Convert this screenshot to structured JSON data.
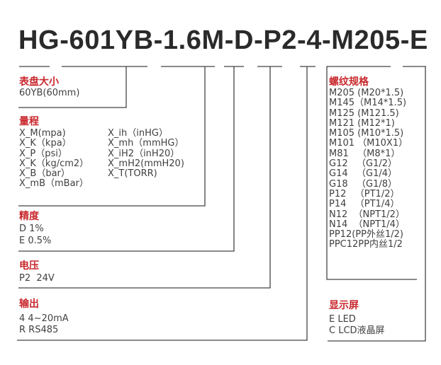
{
  "model_code": "HG-601YB-1.6M-D-P2-4-M205-E",
  "colors": {
    "title_red": "#c8282d",
    "text": "#404040",
    "line": "#444444"
  },
  "sections": {
    "dial_size": {
      "title": "表盘大小",
      "items": [
        "60YB(60mm)"
      ]
    },
    "range": {
      "title": "量程",
      "col1": [
        "X_M(mpa)",
        "X_K（kpa）",
        "X_P（psi）",
        "X_K（kg/cm2）",
        "X_B（bar）",
        "X_mB（mBar）"
      ],
      "col2": [
        "X_ih（inHG）",
        "X_mh（mmHG）",
        "X_iH2（inH20）",
        "X_mH2(mmH20)",
        "X_T(TORR)"
      ]
    },
    "accuracy": {
      "title": "精度",
      "items": [
        "D 1%",
        "E 0.5%"
      ]
    },
    "voltage": {
      "title": "电压",
      "items": [
        "P2  24V"
      ]
    },
    "output": {
      "title": "输出",
      "items": [
        "4 4~20mA",
        "R RS485"
      ]
    },
    "thread": {
      "title": "螺纹规格",
      "items": [
        "M205 (M20*1.5)",
        "M145（M14*1.5)",
        "M125 (M121.5)",
        "M121 (M12*1)",
        "M105 (M10*1.5)",
        "M101 （M10X1）",
        "M81   （M8*1）",
        "G12   （G1/2）",
        "G14   （G1/4）",
        "G18   （G1/8）",
        "P12   （PT1/2）",
        "P14   （PT1/4）",
        "N12  （NPT1/2）",
        "N14  （NPT1/4）",
        "PP12(PP外丝1/2)",
        "PPC12PP内丝1/2"
      ]
    },
    "display": {
      "title": "显示屏",
      "items": [
        "E LED",
        "C LCD液晶屏"
      ]
    }
  }
}
